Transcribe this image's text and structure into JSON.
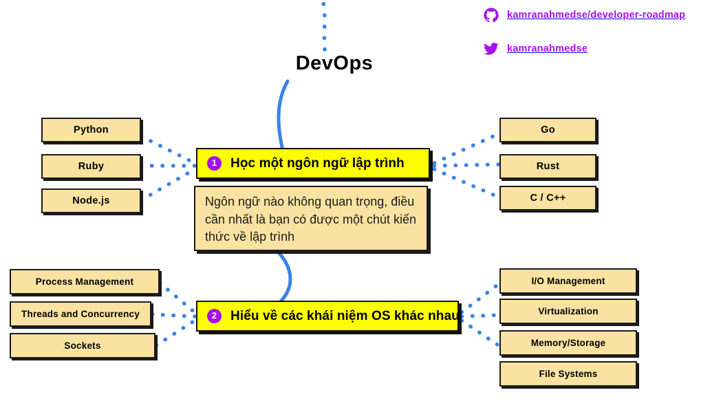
{
  "title": "DevOps",
  "social": [
    {
      "icon": "github-icon",
      "handle": "kamranahmedse/developer-roadmap"
    },
    {
      "icon": "twitter-icon",
      "handle": "kamranahmedse"
    }
  ],
  "colors": {
    "highlight": "#fdfd04",
    "node": "#fae3a2",
    "accent": "#a611e8",
    "connector": "#3b82e8",
    "outline": "#1a1a1a"
  },
  "sections": [
    {
      "number": "1",
      "label": "Học một ngôn ngữ lập trình",
      "note": "Ngôn ngữ nào không quan trọng, điều cần nhất là bạn có được một chút kiến thức về lập trình",
      "left": [
        {
          "label": "Python"
        },
        {
          "label": "Ruby"
        },
        {
          "label": "Node.js"
        }
      ],
      "right": [
        {
          "label": "Go"
        },
        {
          "label": "Rust"
        },
        {
          "label": "C / C++"
        }
      ]
    },
    {
      "number": "2",
      "label": "Hiểu về các khái niệm OS khác nhau",
      "left": [
        {
          "label": "Process Management"
        },
        {
          "label": "Threads and Concurrency"
        },
        {
          "label": "Sockets"
        }
      ],
      "right": [
        {
          "label": "I/O Management"
        },
        {
          "label": "Virtualization"
        },
        {
          "label": "Memory/Storage"
        },
        {
          "label": "File Systems"
        }
      ]
    }
  ]
}
